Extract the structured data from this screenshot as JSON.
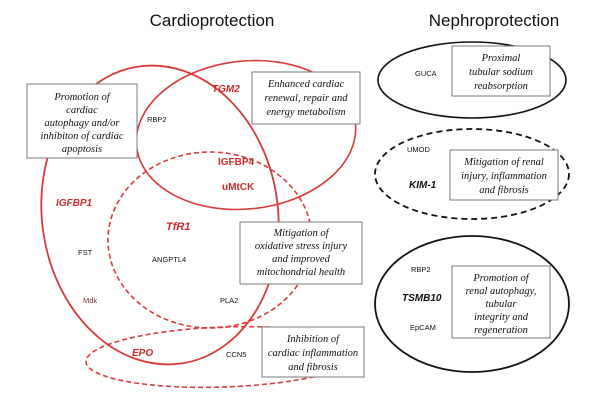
{
  "titles": {
    "cardio": "Cardioprotection",
    "nephro": "Nephroprotection"
  },
  "colors": {
    "red": "#d93a3a",
    "dark_red": "#cc2b2b",
    "black": "#111111"
  },
  "cardio": {
    "boxes": {
      "autophagy": [
        "Promotion of",
        "cardiac",
        "autophagy and/or",
        "inhibiton of cardiac",
        "apoptosis"
      ],
      "renewal": [
        "Enhanced cardiac",
        "renewal, repair and",
        "energy metabolism"
      ],
      "oxidative": [
        "Mitigation of",
        "oxidative stress injury",
        "and improved",
        "mitochondrial health"
      ],
      "inflammation": [
        "Inhibition of",
        "cardiac inflammation",
        "and fibrosis"
      ]
    },
    "genes": {
      "tgm2": "TGM2",
      "rbp2": "RBP2",
      "igfbp4": "IGFBP4",
      "umtck": "uMtCK",
      "igfbp1": "IGFBP1",
      "tfr1": "TfR1",
      "fst": "FST",
      "angptl4": "ANGPTL4",
      "mdk": "Mdk",
      "pla2": "PLA2",
      "epo": "EPO",
      "ccn5": "CCN5"
    }
  },
  "nephro": {
    "boxes": {
      "sodium": [
        "Proximal",
        "tubular sodium",
        "reabsorption"
      ],
      "renal_injury": [
        "Mitigation of renal",
        "injury, inflammation",
        "and fibrosis"
      ],
      "renal_autophagy": [
        "Promotion of",
        "renal autophagy,",
        "tubular",
        "integrity and",
        "regeneration"
      ]
    },
    "genes": {
      "guca": "GUCA",
      "umod": "UMOD",
      "kim1": "KIM-1",
      "rbp2": "RBP2",
      "tsmb10": "TSMB10",
      "epcam": "EpCAM"
    }
  }
}
